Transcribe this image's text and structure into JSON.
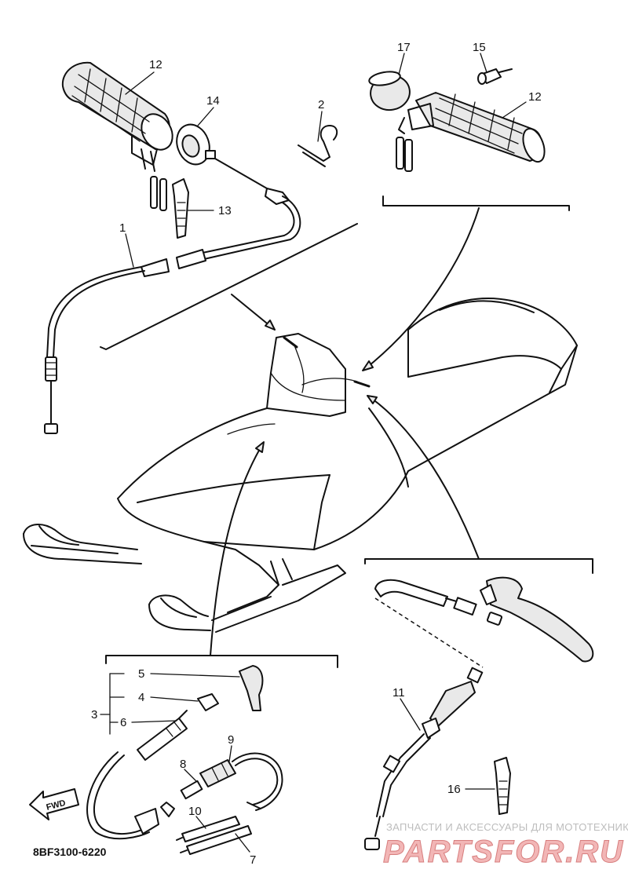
{
  "diagram": {
    "part_labels": {
      "p1": "1",
      "p2": "2",
      "p3": "3",
      "p4": "4",
      "p5": "5",
      "p6": "6",
      "p7": "7",
      "p8": "8",
      "p9": "9",
      "p10": "10",
      "p11": "11",
      "p12_left": "12",
      "p12_right": "12",
      "p13": "13",
      "p14": "14",
      "p15": "15",
      "p16": "16",
      "p17": "17"
    },
    "direction_badge": "FWD",
    "diagram_code": "8BF3100-6220"
  },
  "watermark": {
    "tagline": "ЗАПЧАСТИ И АКСЕССУАРЫ ДЛЯ МОТОТЕХНИКИ",
    "brand": "PARTSFOR.RU"
  },
  "colors": {
    "line": "#111111",
    "background": "#ffffff",
    "watermark_gray": "#bdbdbd",
    "watermark_red": "#f2b6b6"
  }
}
